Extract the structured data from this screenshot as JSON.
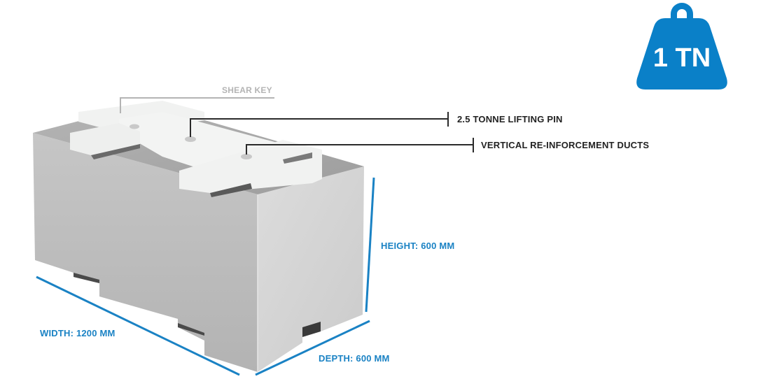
{
  "weight_badge": {
    "text": "1 TN",
    "color": "#0a80c8",
    "icon": "weight-icon"
  },
  "callouts": {
    "shear_key": "SHEAR KEY",
    "lifting_pin": "2.5 TONNE LIFTING PIN",
    "reinforcement_ducts": "VERTICAL RE-INFORCEMENT DUCTS"
  },
  "dimensions": {
    "height": "HEIGHT: 600 MM",
    "width": "WIDTH: 1200 MM",
    "depth": "DEPTH: 600 MM"
  },
  "colors": {
    "dimension_lines": "#1a82c4",
    "callout_lines": "#222222",
    "shear_key_line": "#b4b4b4",
    "concrete_front": "#bdbdbd",
    "concrete_side": "#d3d3d3",
    "concrete_top": "#a9a9a9",
    "shear_key_surface": "#f1f2f1"
  }
}
